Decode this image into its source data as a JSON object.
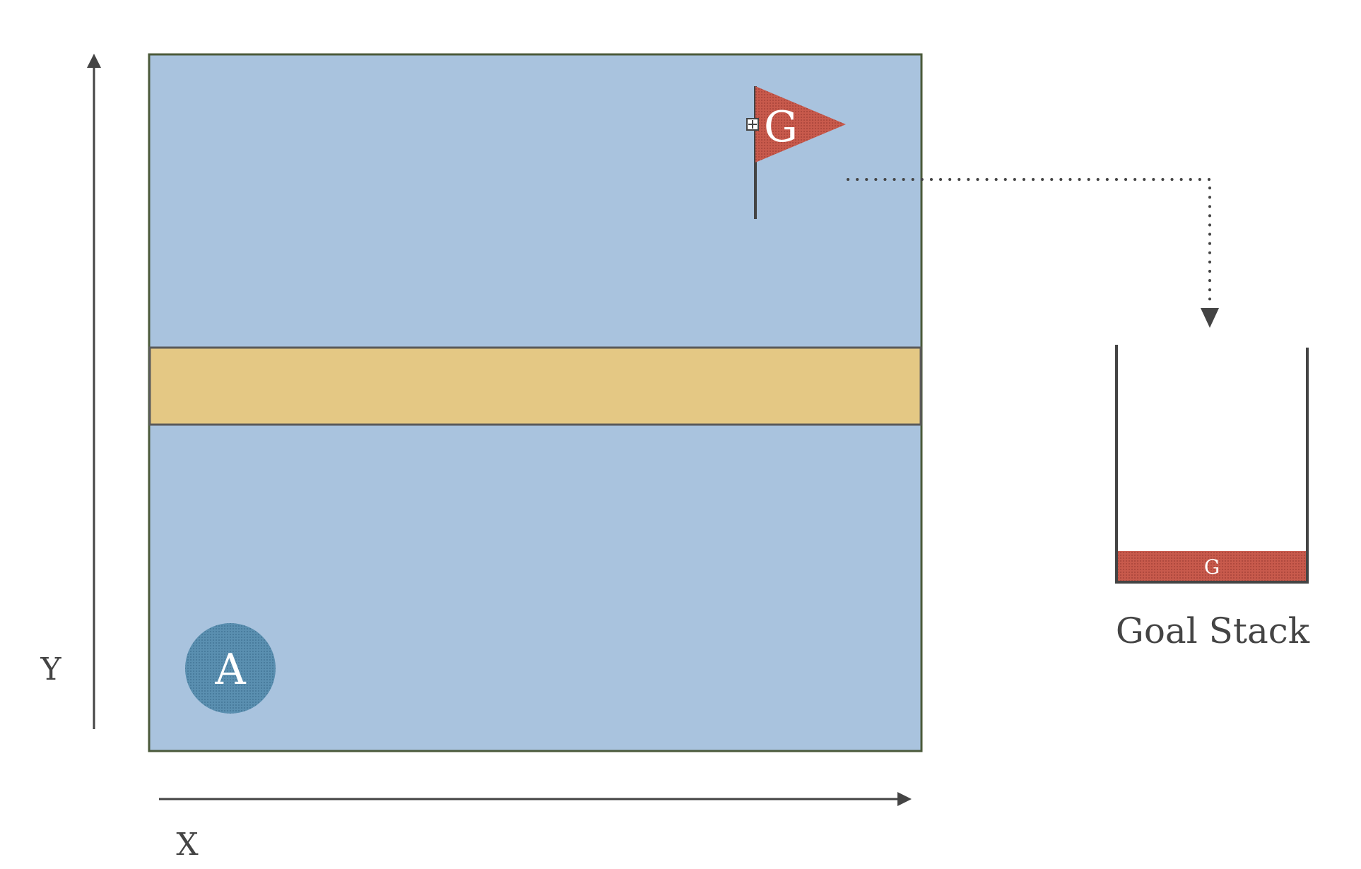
{
  "axes": {
    "x_label": "X",
    "y_label": "Y"
  },
  "agent": {
    "label": "A",
    "icon": "agent-circle-icon",
    "color": "#4f86a8"
  },
  "goal": {
    "label": "G",
    "icon": "flag-icon",
    "color": "#c0504d"
  },
  "goal_stack": {
    "title": "Goal Stack",
    "items": [
      "G"
    ]
  },
  "colors": {
    "field": "#a9c3de",
    "band": "#e4c884",
    "field_border": "#4b5a3a",
    "ink": "#444444"
  }
}
